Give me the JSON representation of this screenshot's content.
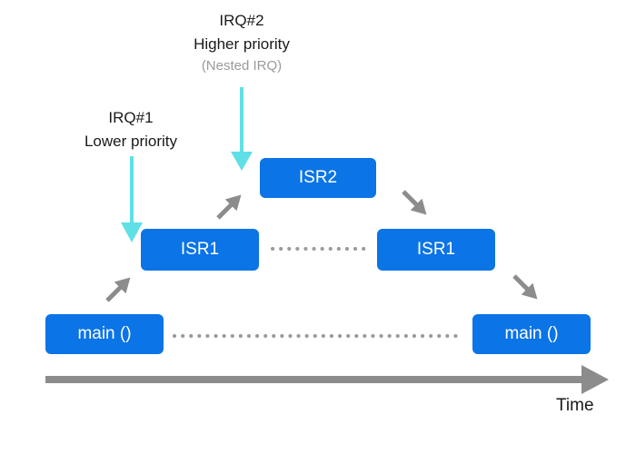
{
  "irq1": {
    "name": "IRQ#1",
    "priority": "Lower priority"
  },
  "irq2": {
    "name": "IRQ#2",
    "priority": "Higher priority",
    "note": "(Nested IRQ)"
  },
  "boxes": {
    "main_left": "main ()",
    "isr1_left": "ISR1",
    "isr2": "ISR2",
    "isr1_right": "ISR1",
    "main_right": "main ()"
  },
  "axis": {
    "label": "Time"
  },
  "colors": {
    "box_fill": "#0b74e6",
    "irq_arrow": "#5fe0e6",
    "flow_arrow": "#8c8c8c",
    "dotted_line": "#9a9a9a",
    "note_text": "#9a9a9a"
  }
}
